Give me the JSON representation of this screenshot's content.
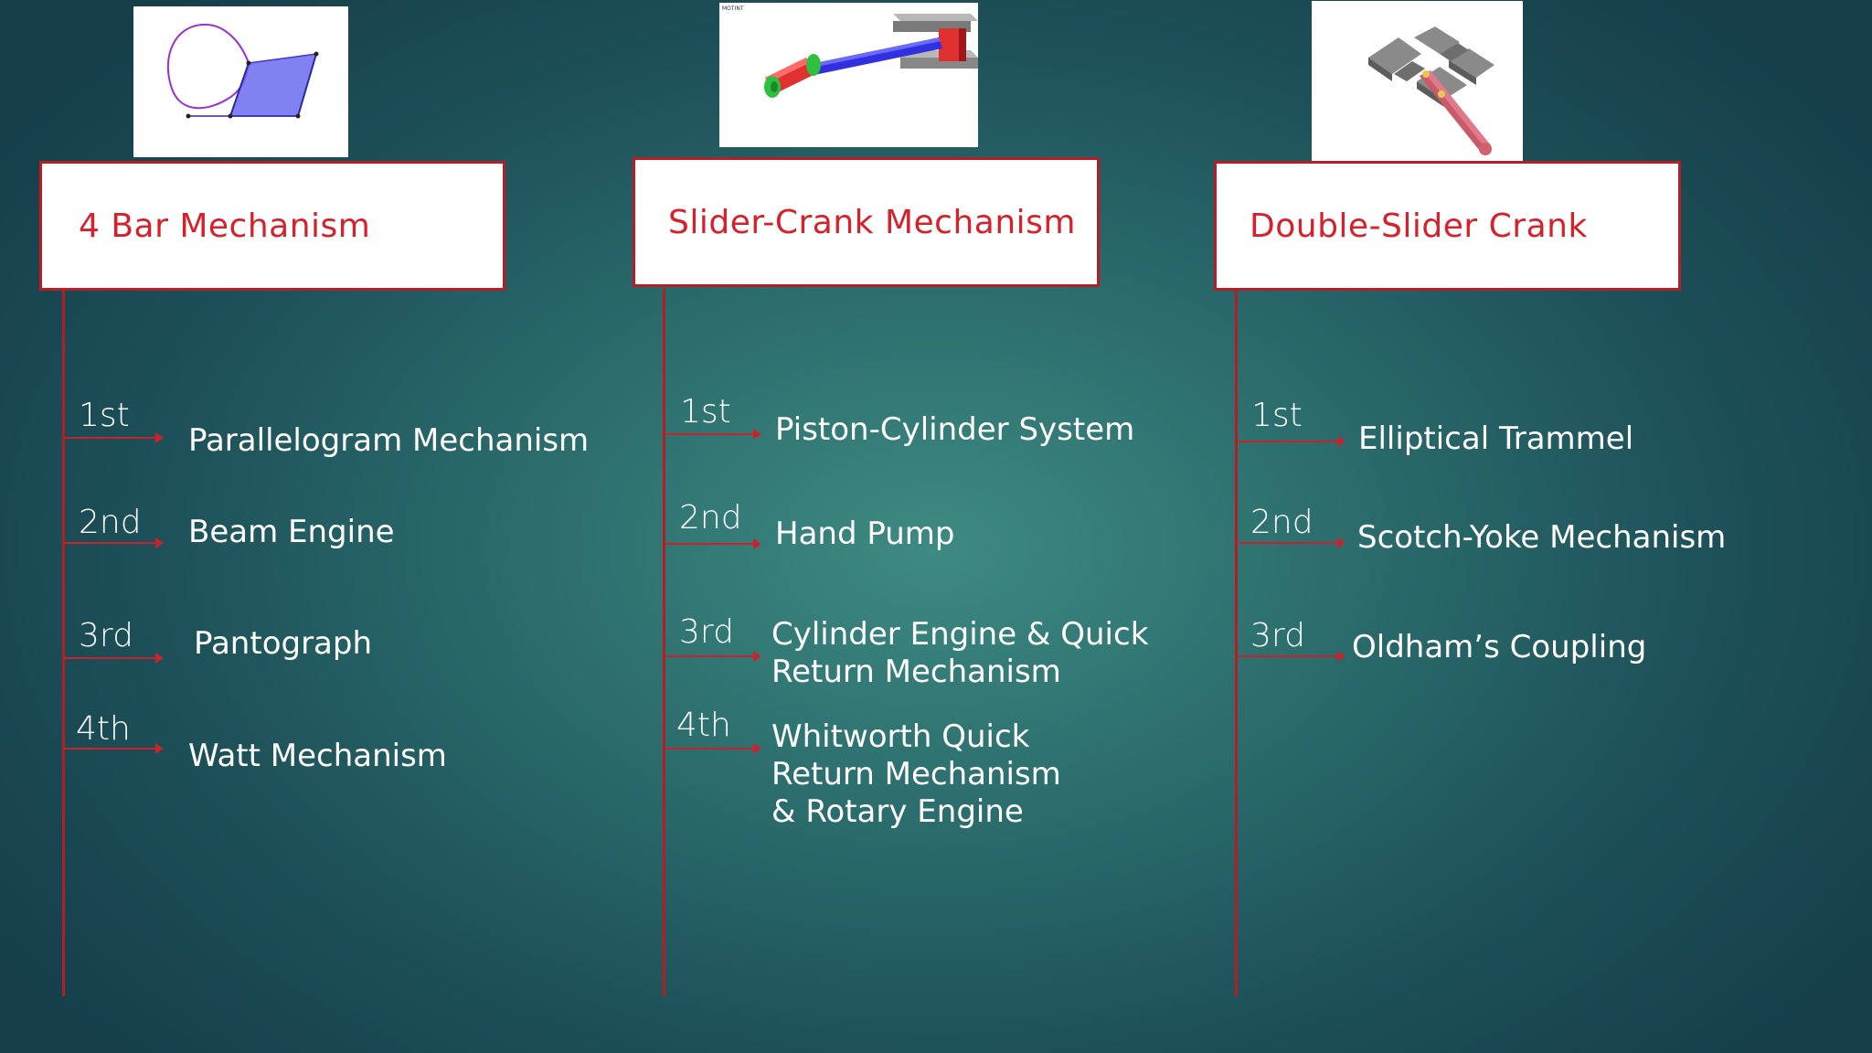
{
  "columns": [
    {
      "title": "4 Bar Mechanism",
      "thumbnail_icon": "four-bar-linkage-diagram",
      "items": [
        {
          "ordinal": "1st",
          "label": "Parallelogram Mechanism"
        },
        {
          "ordinal": "2nd",
          "label": "Beam Engine"
        },
        {
          "ordinal": "3rd",
          "label": "Pantograph"
        },
        {
          "ordinal": "4th",
          "label": "Watt Mechanism"
        }
      ]
    },
    {
      "title": "Slider-Crank Mechanism",
      "thumbnail_icon": "slider-crank-3d-model",
      "thumbnail_caption": "MOTINT",
      "items": [
        {
          "ordinal": "1st",
          "label": "Piston-Cylinder System"
        },
        {
          "ordinal": "2nd",
          "label": "Hand Pump"
        },
        {
          "ordinal": "3rd",
          "label_lines": [
            "Cylinder Engine & Quick",
            "Return Mechanism"
          ]
        },
        {
          "ordinal": "4th",
          "label_lines": [
            "Whitworth Quick",
            "Return Mechanism",
            "& Rotary Engine"
          ]
        }
      ]
    },
    {
      "title": "Double-Slider Crank",
      "thumbnail_icon": "double-slider-crank-3d-model",
      "items": [
        {
          "ordinal": "1st",
          "label": "Elliptical Trammel"
        },
        {
          "ordinal": "2nd",
          "label": "Scotch-Yoke Mechanism"
        },
        {
          "ordinal": "3rd",
          "label": "Oldham’s Coupling"
        }
      ]
    }
  ],
  "colors": {
    "accent_red": "#d8202a",
    "line_red": "#b51d25",
    "background_teal": "#2c6e6e",
    "text_white": "#ffffff"
  }
}
